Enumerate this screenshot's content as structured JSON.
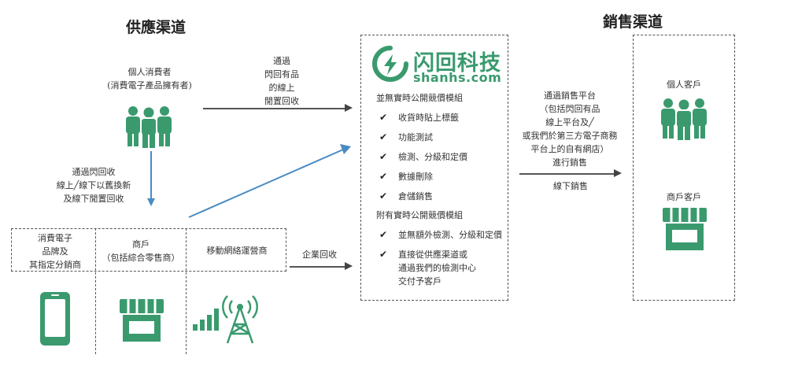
{
  "headings": {
    "supply": "供應渠道",
    "sales": "銷售渠道"
  },
  "individual": {
    "label": "個人消費者",
    "sublabel": "(消費電子產品擁有者)"
  },
  "flow_top": {
    "line1": "通過",
    "line2": "閃回有品",
    "line3": "的線上",
    "line4": "閒置回收"
  },
  "flow_left": {
    "line1": "通過閃回收",
    "line2": "線上╱線下以舊換新",
    "line3": "及線下閒置回收"
  },
  "enterprise": {
    "col1_line1": "消費電子",
    "col1_line2": "品牌及",
    "col1_line3": "其指定分銷商",
    "col2_line1": "商戶",
    "col2_line2": "（包括綜合零售商）",
    "col3": "移動網絡運營商",
    "flow_label": "企業回收"
  },
  "logo": {
    "chinese": "闪回科技",
    "domain": "shanhs.com"
  },
  "center": {
    "section1_title": "並無實時公開競價模組",
    "section1_items": [
      "收貨時貼上標籤",
      "功能測試",
      "檢測、分級和定價",
      "數據刪除",
      "倉儲銷售"
    ],
    "section2_title": "附有實時公開競價模組",
    "section2_items": [
      "並無額外檢測、分級和定價",
      "直接從供應渠道或",
      "通過我們的檢測中心",
      "交付予客戶"
    ]
  },
  "sales_flow": {
    "line1": "通過銷售平台",
    "line2": "（包括閃回有品",
    "line3": "線上平台及╱",
    "line4": "或我們於第三方電子商務",
    "line5": "平台上的自有網店）",
    "line6": "進行銷售",
    "offline": "線下銷售"
  },
  "customers": {
    "individual": "個人客戶",
    "merchant": "商戶客戶"
  },
  "colors": {
    "green": "#3a9a6e",
    "blue_arrow": "#4a8bc2"
  }
}
